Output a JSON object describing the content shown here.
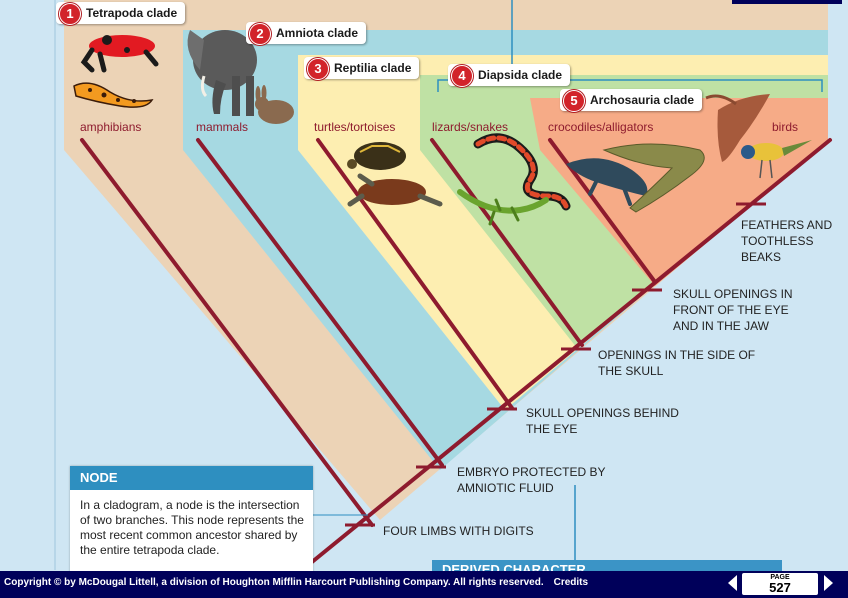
{
  "clades": [
    {
      "number": "1",
      "name": "Tetrapoda clade"
    },
    {
      "number": "2",
      "name": "Amniota clade"
    },
    {
      "number": "3",
      "name": "Reptilia clade"
    },
    {
      "number": "4",
      "name": "Diapsida clade"
    },
    {
      "number": "5",
      "name": "Archosauria clade"
    }
  ],
  "groups": [
    "amphibians",
    "mammals",
    "turtles/tortoises",
    "lizards/snakes",
    "crocodiles/alligators",
    "birds"
  ],
  "characters": [
    "FOUR LIMBS WITH DIGITS",
    "EMBRYO PROTECTED BY\nAMNIOTIC FLUID",
    "SKULL OPENINGS BEHIND\nTHE EYE",
    "OPENINGS IN THE SIDE OF\nTHE SKULL",
    "SKULL OPENINGS IN\nFRONT OF THE EYE\nAND IN THE JAW",
    "FEATHERS AND\nTOOTHLESS\nBEAKS"
  ],
  "node_box": {
    "title": "NODE",
    "text": "In a cladogram, a node is the intersection of two branches. This node represents the most recent common ancestor shared by the entire tetrapoda clade."
  },
  "derived_box": {
    "title": "DERIVED CHARACTER"
  },
  "footer": {
    "copyright": "Copyright © by McDougal Littell, a division of Houghton Mifflin Harcourt Publishing Company. All rights reserved.",
    "credits": "Credits",
    "page_caption": "PAGE",
    "page_number": "527"
  },
  "colors": {
    "background": "#cfe6f3",
    "tetrapoda": "#ecd3b6",
    "amniota": "#a6d9e2",
    "reptilia": "#fdeeb1",
    "diapsida": "#bfe1a4",
    "archosauria": "#f6ab87",
    "branch": "#8e1b2e",
    "clade_number": "#d2232a",
    "node_title": "#2e8fc0",
    "footer": "#00005a"
  },
  "icons": [
    "frog-icon",
    "salamander-icon",
    "elephant-icon",
    "rabbit-icon",
    "box-turtle-icon",
    "sea-turtle-icon",
    "snake-icon",
    "lizard-icon",
    "alligator-icon",
    "crocodile-icon",
    "bird-icon",
    "songbird-icon",
    "prev-page-icon",
    "next-page-icon"
  ]
}
